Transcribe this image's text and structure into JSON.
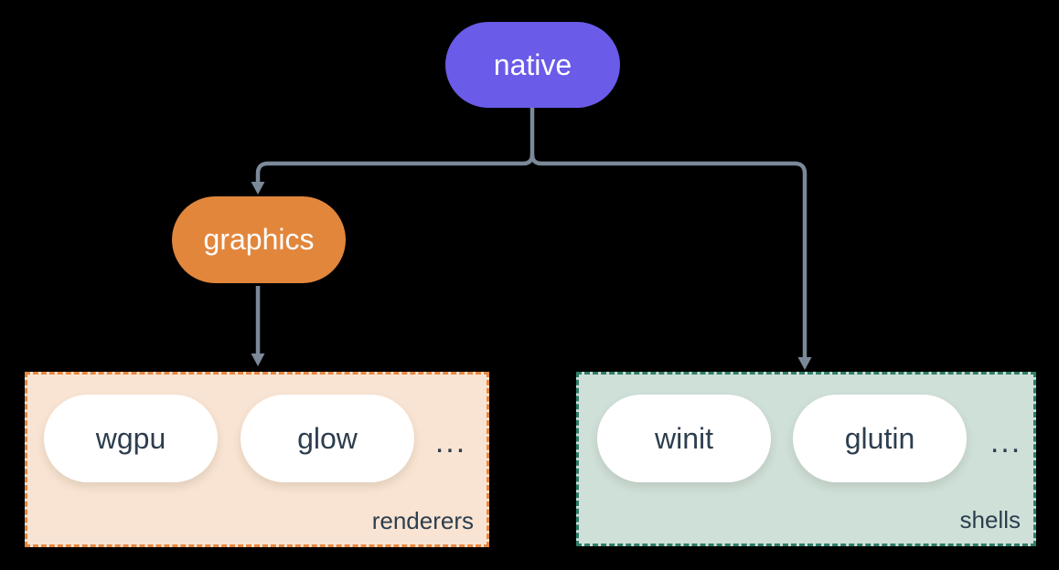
{
  "nodes": {
    "native": {
      "label": "native"
    },
    "graphics": {
      "label": "graphics"
    }
  },
  "groups": {
    "renderers": {
      "label": "renderers",
      "items": [
        "wgpu",
        "glow"
      ],
      "ellipsis": "..."
    },
    "shells": {
      "label": "shells",
      "items": [
        "winit",
        "glutin"
      ],
      "ellipsis": "..."
    }
  },
  "edges": [
    {
      "from": "native",
      "to": "graphics"
    },
    {
      "from": "native",
      "to": "shells"
    },
    {
      "from": "graphics",
      "to": "renderers"
    }
  ],
  "colors": {
    "background": "#000000",
    "native_fill": "#6a5be8",
    "graphics_fill": "#e2863c",
    "renderers_fill": "#f9e4d3",
    "renderers_border": "#e6873e",
    "shells_fill": "#cfe0d8",
    "shells_border": "#2e7d68",
    "connector": "#7b8999",
    "node_text": "#ffffff",
    "item_text": "#2d3e4e"
  }
}
